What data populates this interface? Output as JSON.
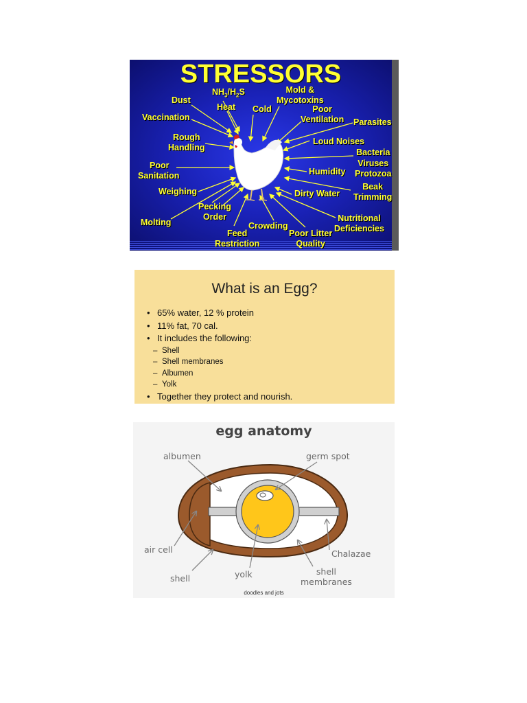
{
  "stressors": {
    "title": "STRESSORS",
    "labels": {
      "dust": "Dust",
      "nh3_h2s": "NH3/H2S",
      "mold_line1": "Mold &",
      "mold_line2": "Mycotoxins",
      "heat": "Heat",
      "cold": "Cold",
      "poor_vent_line1": "Poor",
      "poor_vent_line2": "Ventilation",
      "parasites": "Parasites",
      "vaccination": "Vaccination",
      "rough_line1": "Rough",
      "rough_line2": "Handling",
      "loud_noises": "Loud Noises",
      "bacteria": "Bacteria",
      "viruses": "Viruses",
      "protozoa": "Protozoa",
      "poor_san_line1": "Poor",
      "poor_san_line2": "Sanitation",
      "humidity": "Humidity",
      "beak_line1": "Beak",
      "beak_line2": "Trimming",
      "weighing": "Weighing",
      "dirty_water": "Dirty Water",
      "pecking_line1": "Pecking",
      "pecking_line2": "Order",
      "nutritional_line1": "Nutritional",
      "nutritional_line2": "Deficiencies",
      "molting": "Molting",
      "crowding": "Crowding",
      "feed_line1": "Feed",
      "feed_line2": "Restriction",
      "litter_line1": "Poor Litter",
      "litter_line2": "Quality"
    }
  },
  "egg_slide": {
    "title": "What is an Egg?",
    "bullets": {
      "b1": "65% water, 12 % protein",
      "b2": "11% fat, 70 cal.",
      "b3": "It includes the following:",
      "s1": "Shell",
      "s2": "Shell membranes",
      "s3": "Albumen",
      "s4": "Yolk",
      "b4": "Together they protect and nourish."
    }
  },
  "anatomy": {
    "title": "egg anatomy",
    "labels": {
      "albumen": "albumen",
      "germ_spot": "germ spot",
      "air_cell": "air cell",
      "chalazae": "Chalazae",
      "shell": "shell",
      "yolk": "yolk",
      "membranes_line1": "shell",
      "membranes_line2": "membranes"
    },
    "credit": "doodles and jots"
  },
  "colors": {
    "stressor_text": "#ffff33",
    "slide_bg": "#f8df9a",
    "shell": "#9b5a2c",
    "yolk": "#ffc61a"
  }
}
